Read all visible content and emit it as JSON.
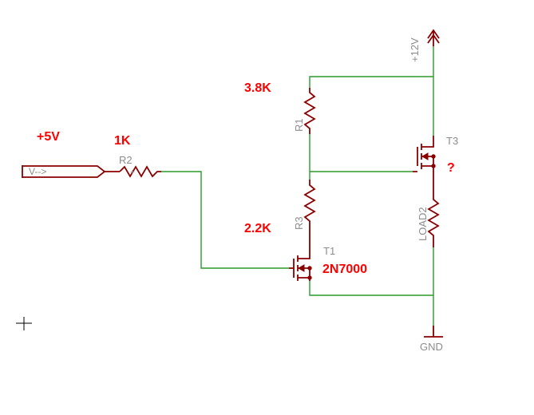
{
  "labels": {
    "vplus5": "+5V",
    "r2_value": "1K",
    "r1_value": "3.8K",
    "r3_value": "2.2K",
    "t1_part": "2N7000",
    "t3_part": "?",
    "input_signal": "V-->",
    "r2_name": "R2",
    "r1_name": "R1",
    "r3_name": "R3",
    "t1_name": "T1",
    "t3_name": "T3",
    "load_name": "LOAD2",
    "supply": "+12V",
    "ground": "GND"
  },
  "colors": {
    "wire": "#2a9a2a",
    "component": "#8b0000",
    "annotation": "#ff0000",
    "name_text": "#8c8c8c"
  }
}
